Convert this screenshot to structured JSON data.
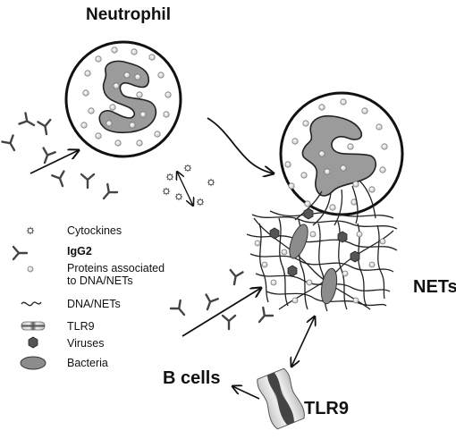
{
  "titles": {
    "neutrophil": "Neutrophil",
    "nets": "NETs",
    "b_cells": "B cells",
    "tlr9": "TLR9"
  },
  "legend": {
    "cytokines": "Cytockines",
    "igg2": "IgG2",
    "proteins_line1": "Proteins associated",
    "proteins_line2": "to DNA/NETs",
    "dna": "DNA/NETs",
    "tlr9": "TLR9",
    "viruses": "Viruses",
    "bacteria": "Bacteria"
  },
  "colors": {
    "nucleus": "#9b9b9b",
    "outline": "#111111",
    "protein_fill": "#d9d9d9",
    "virus": "#555555",
    "bacteria": "#8c8c8c",
    "tlr9_dark": "#6e6e6e",
    "tlr9_light": "#d4d4d4"
  }
}
